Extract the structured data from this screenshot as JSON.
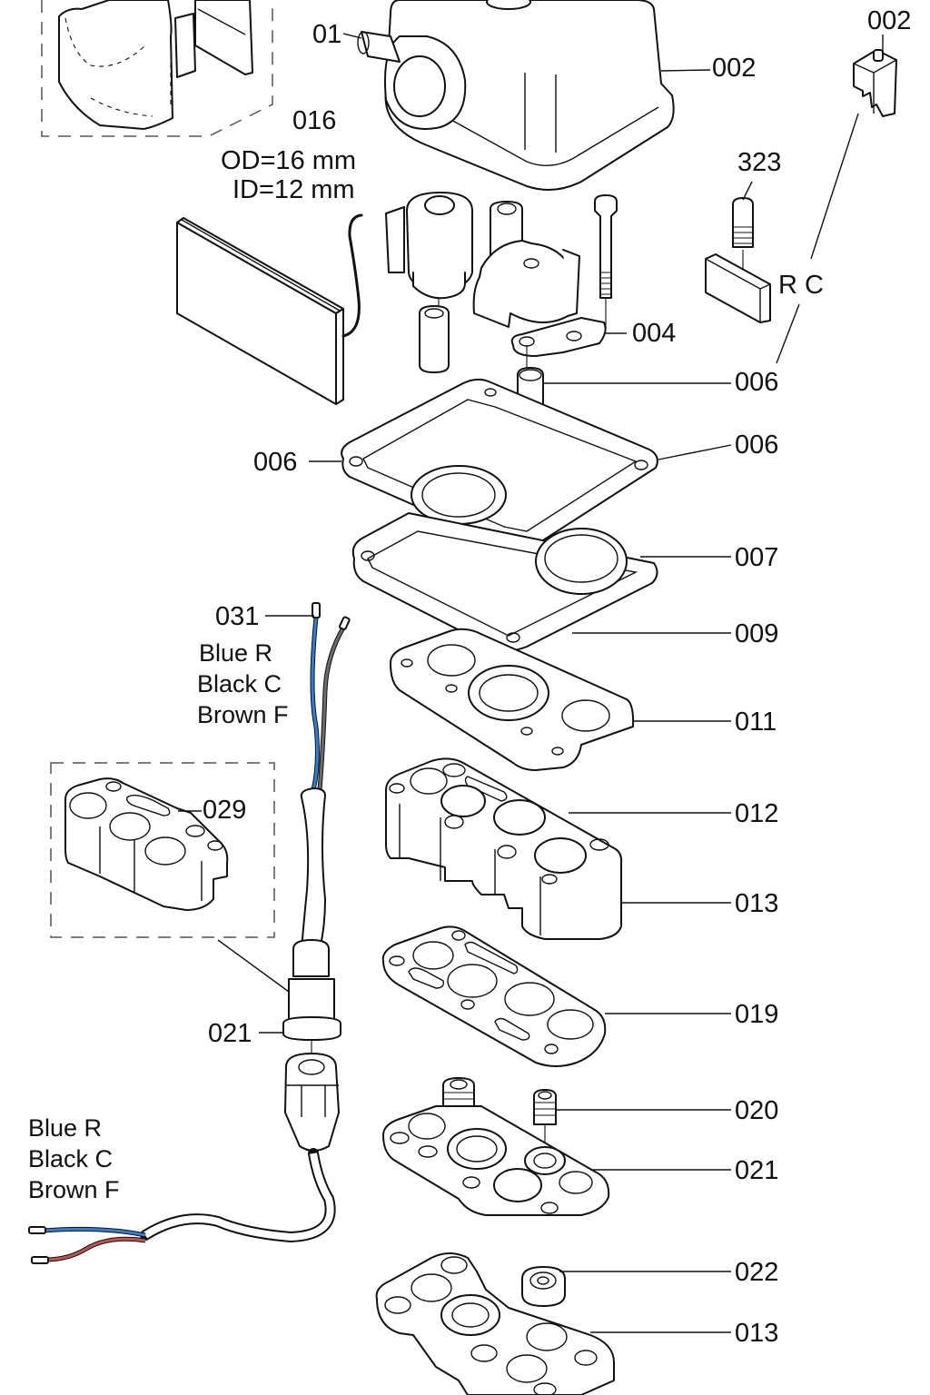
{
  "diagram": {
    "title": "Exploded parts view",
    "labels": {
      "l01": "01",
      "cover": "002",
      "clip": "002",
      "bag": "016",
      "od": "OD=16 mm",
      "id": "ID=12 mm",
      "screw323": "323",
      "rc": "R C",
      "bracket": "004",
      "pin006": "006",
      "gasketLeft": "006",
      "gasketRight": "006",
      "seal007": "007",
      "plate009": "009",
      "cable031": "031",
      "plate011": "011",
      "block012": "012",
      "block013": "013",
      "block029": "029",
      "plate019": "019",
      "grommet021": "021",
      "insert020": "020",
      "plate021": "021",
      "washer022": "022",
      "plate013": "013"
    },
    "wire_legend_top": [
      "Blue R",
      "Black C",
      "Brown F"
    ],
    "wire_legend_bottom": [
      "Blue R",
      "Black C",
      "Brown F"
    ],
    "colors": {
      "wire_blue": "#2f7fd8",
      "wire_black": "#6b6b6b",
      "wire_brown": "#c2524a",
      "line": "#111111"
    }
  }
}
